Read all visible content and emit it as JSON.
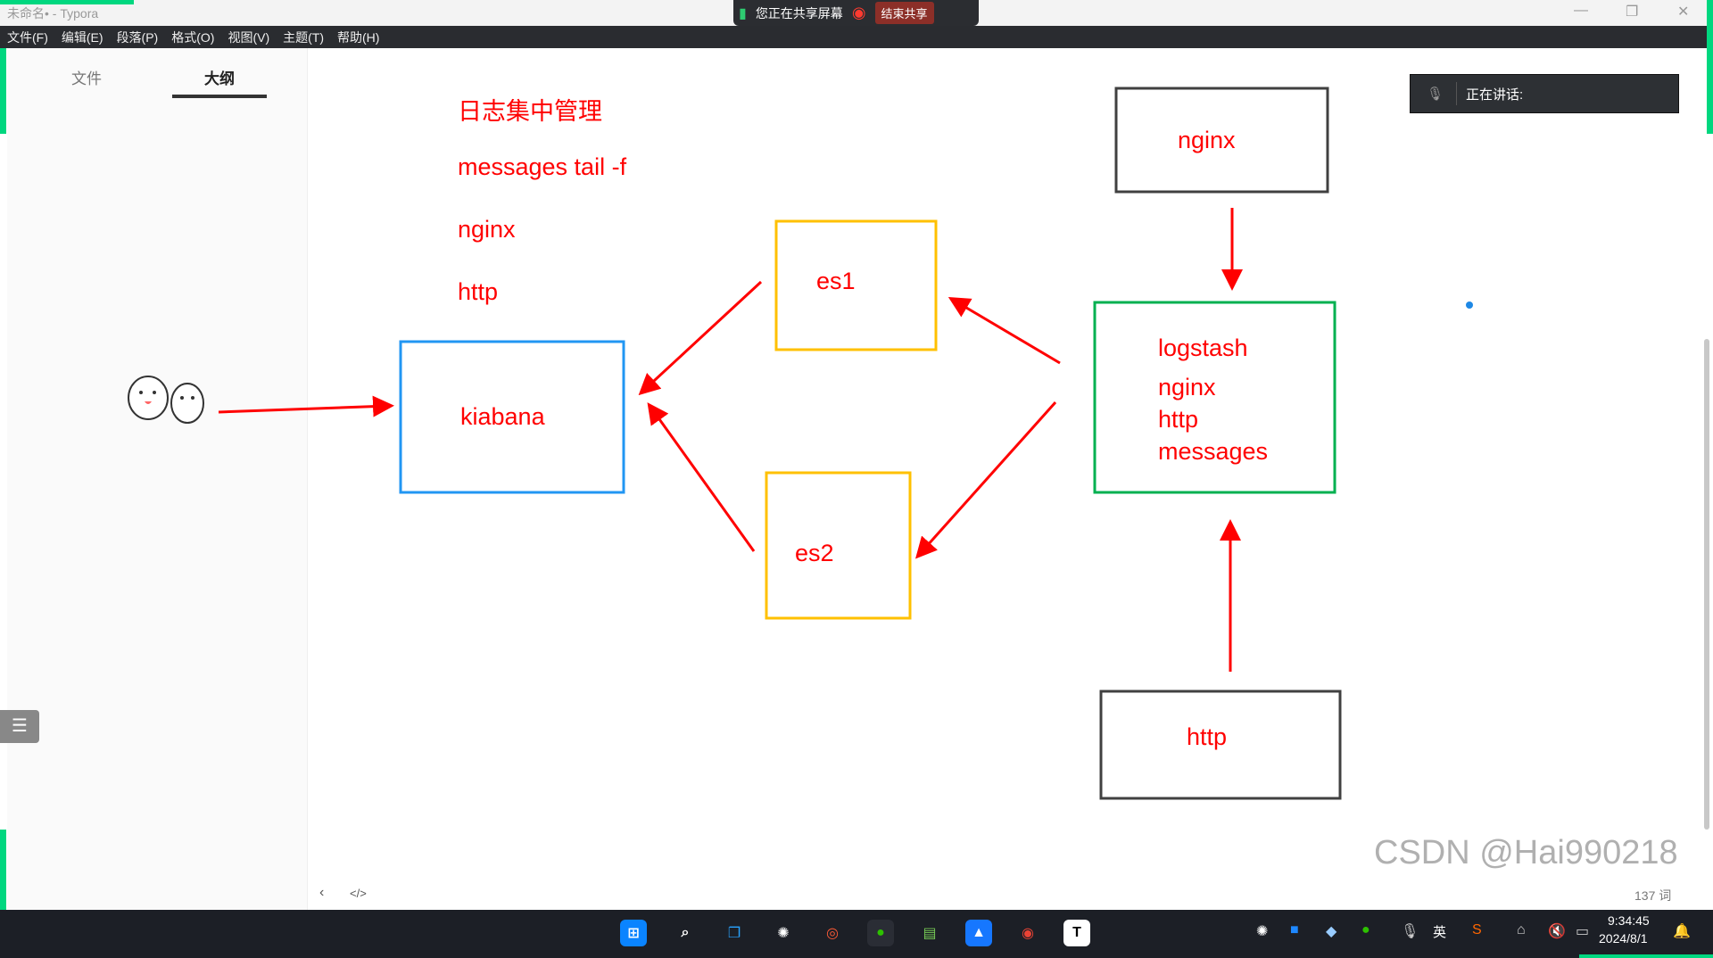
{
  "window": {
    "title": "未命名• - Typora"
  },
  "menu": [
    "文件(F)",
    "编辑(E)",
    "段落(P)",
    "格式(O)",
    "视图(V)",
    "主题(T)",
    "帮助(H)"
  ],
  "share_bar": {
    "status": "您正在共享屏幕",
    "stop_label": "结束共享"
  },
  "sidebar": {
    "tabs": [
      "文件",
      "大纲"
    ],
    "active_tab": "大纲"
  },
  "notes": [
    "日志集中管理",
    "messages tail -f",
    "nginx",
    "http"
  ],
  "diagram": {
    "nodes": {
      "nginx": "nginx",
      "logstash": [
        "logstash",
        "nginx",
        "http",
        "messages"
      ],
      "http": "http",
      "es1": "es1",
      "es2": "es2",
      "kibana": "kiabana"
    },
    "colors": {
      "arrow": "#ff0000",
      "es": "#ffc000",
      "kibana": "#2196f3",
      "logstash": "#00b050",
      "source": "#404040"
    }
  },
  "speaking": {
    "label": "正在讲话:"
  },
  "status": {
    "word_count": "137 词"
  },
  "taskbar": {
    "time": "9:34:45",
    "date": "2024/8/1",
    "lang": "英"
  },
  "watermark": "CSDN @Hai990218"
}
